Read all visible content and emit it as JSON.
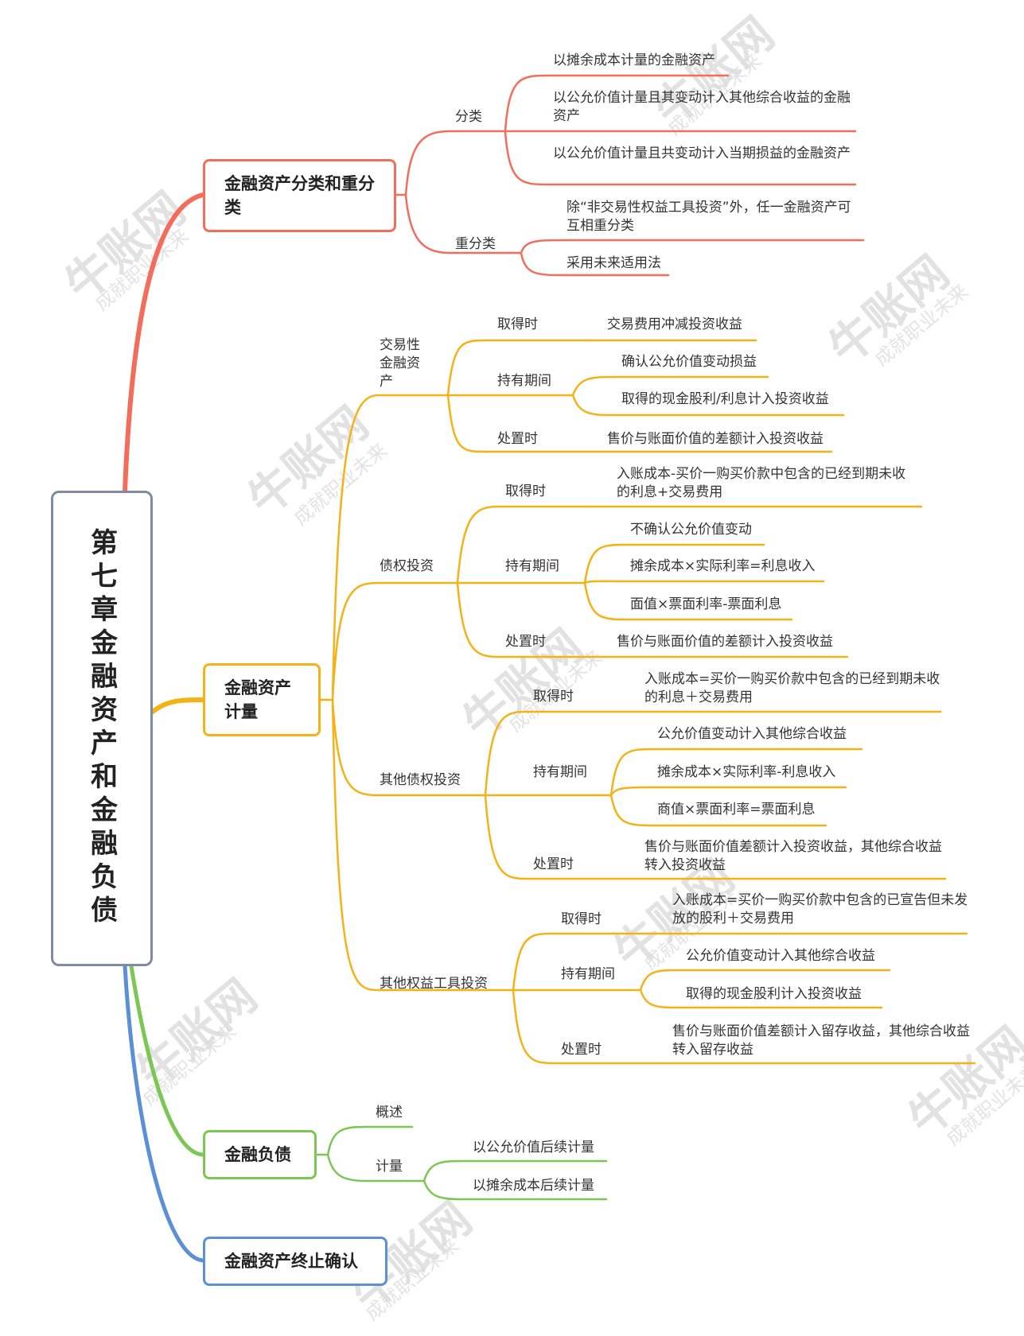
{
  "root": "第七章金融资产和金融负债",
  "branches": {
    "classification": {
      "title": "金融资产分类和重分类",
      "fenlei": {
        "label": "分类",
        "items": [
          "以摊余成本计量的金融资产",
          "以公允价值计量且其变动计入其他综合收益的金融资产",
          "以公允价值计量且共变动计入当期损益的金融资产"
        ]
      },
      "chongfenlei": {
        "label": "重分类",
        "items": [
          "除“非交易性权益工具投资”外，任一金融资产可互相重分类",
          "采用未来适用法"
        ]
      }
    },
    "measurement": {
      "title": "金融资产计量",
      "trading": {
        "label": "交易性金融资产",
        "acquire": {
          "label": "取得时",
          "text": "交易费用冲减投资收益"
        },
        "holding": {
          "label": "持有期间",
          "items": [
            "确认公允价值变动损益",
            "取得的现金股利/利息计入投资收益"
          ]
        },
        "dispose": {
          "label": "处置时",
          "text": "售价与账面价值的差额计入投资收益"
        }
      },
      "debt": {
        "label": "债权投资",
        "acquire": {
          "label": "取得时",
          "text": "入账成本-买价一购买价款中包含的已经到期未收的利息+交易费用"
        },
        "holding": {
          "label": "持有期间",
          "items": [
            "不确认公允价值变动",
            "摊余成本×实际利率=利息收入",
            "面值×票面利率-票面利息"
          ]
        },
        "dispose": {
          "label": "处置时",
          "text": "售价与账面价值的差额计入投资收益"
        }
      },
      "otherdebt": {
        "label": "其他债权投资",
        "acquire": {
          "label": "取得时",
          "text": "入账成本=买价一购买价款中包含的已经到期未收的利息＋交易费用"
        },
        "holding": {
          "label": "持有期间",
          "items": [
            "公允价值变动计入其他综合收益",
            "摊余成本×实际利率-利息收入",
            "商值×票面利率=票面利息"
          ]
        },
        "dispose": {
          "label": "处置时",
          "text": "售价与账面价值差额计入投资收益，其他综合收益转入投资收益"
        }
      },
      "otherequity": {
        "label": "其他权益工具投资",
        "acquire": {
          "label": "取得时",
          "text": "入账成本=买价一购买价款中包含的已宣告但未发放的股利＋交易费用"
        },
        "holding": {
          "label": "持有期间",
          "items": [
            "公允价值变动计入其他综合收益",
            "取得的现金股利计入投资收益"
          ]
        },
        "dispose": {
          "label": "处置时",
          "text": "售价与账面价值差额计入留存收益，其他综合收益转入留存收益"
        }
      }
    },
    "liabilities": {
      "title": "金融负债",
      "overview": "概述",
      "measure": {
        "label": "计量",
        "items": [
          "以公允价值后续计量",
          "以摊余成本后续计量"
        ]
      }
    },
    "derecognition": {
      "title": "金融资产终止确认"
    }
  },
  "colors": {
    "red": "#f26d5b",
    "orange": "#f5b216",
    "green": "#7cc653",
    "blue": "#5b8fd6",
    "center_border": "#7f8aa3",
    "watermark": "#d9d9d9"
  },
  "watermark": {
    "brand": "牛账网",
    "slogan": "成就职业未来"
  }
}
